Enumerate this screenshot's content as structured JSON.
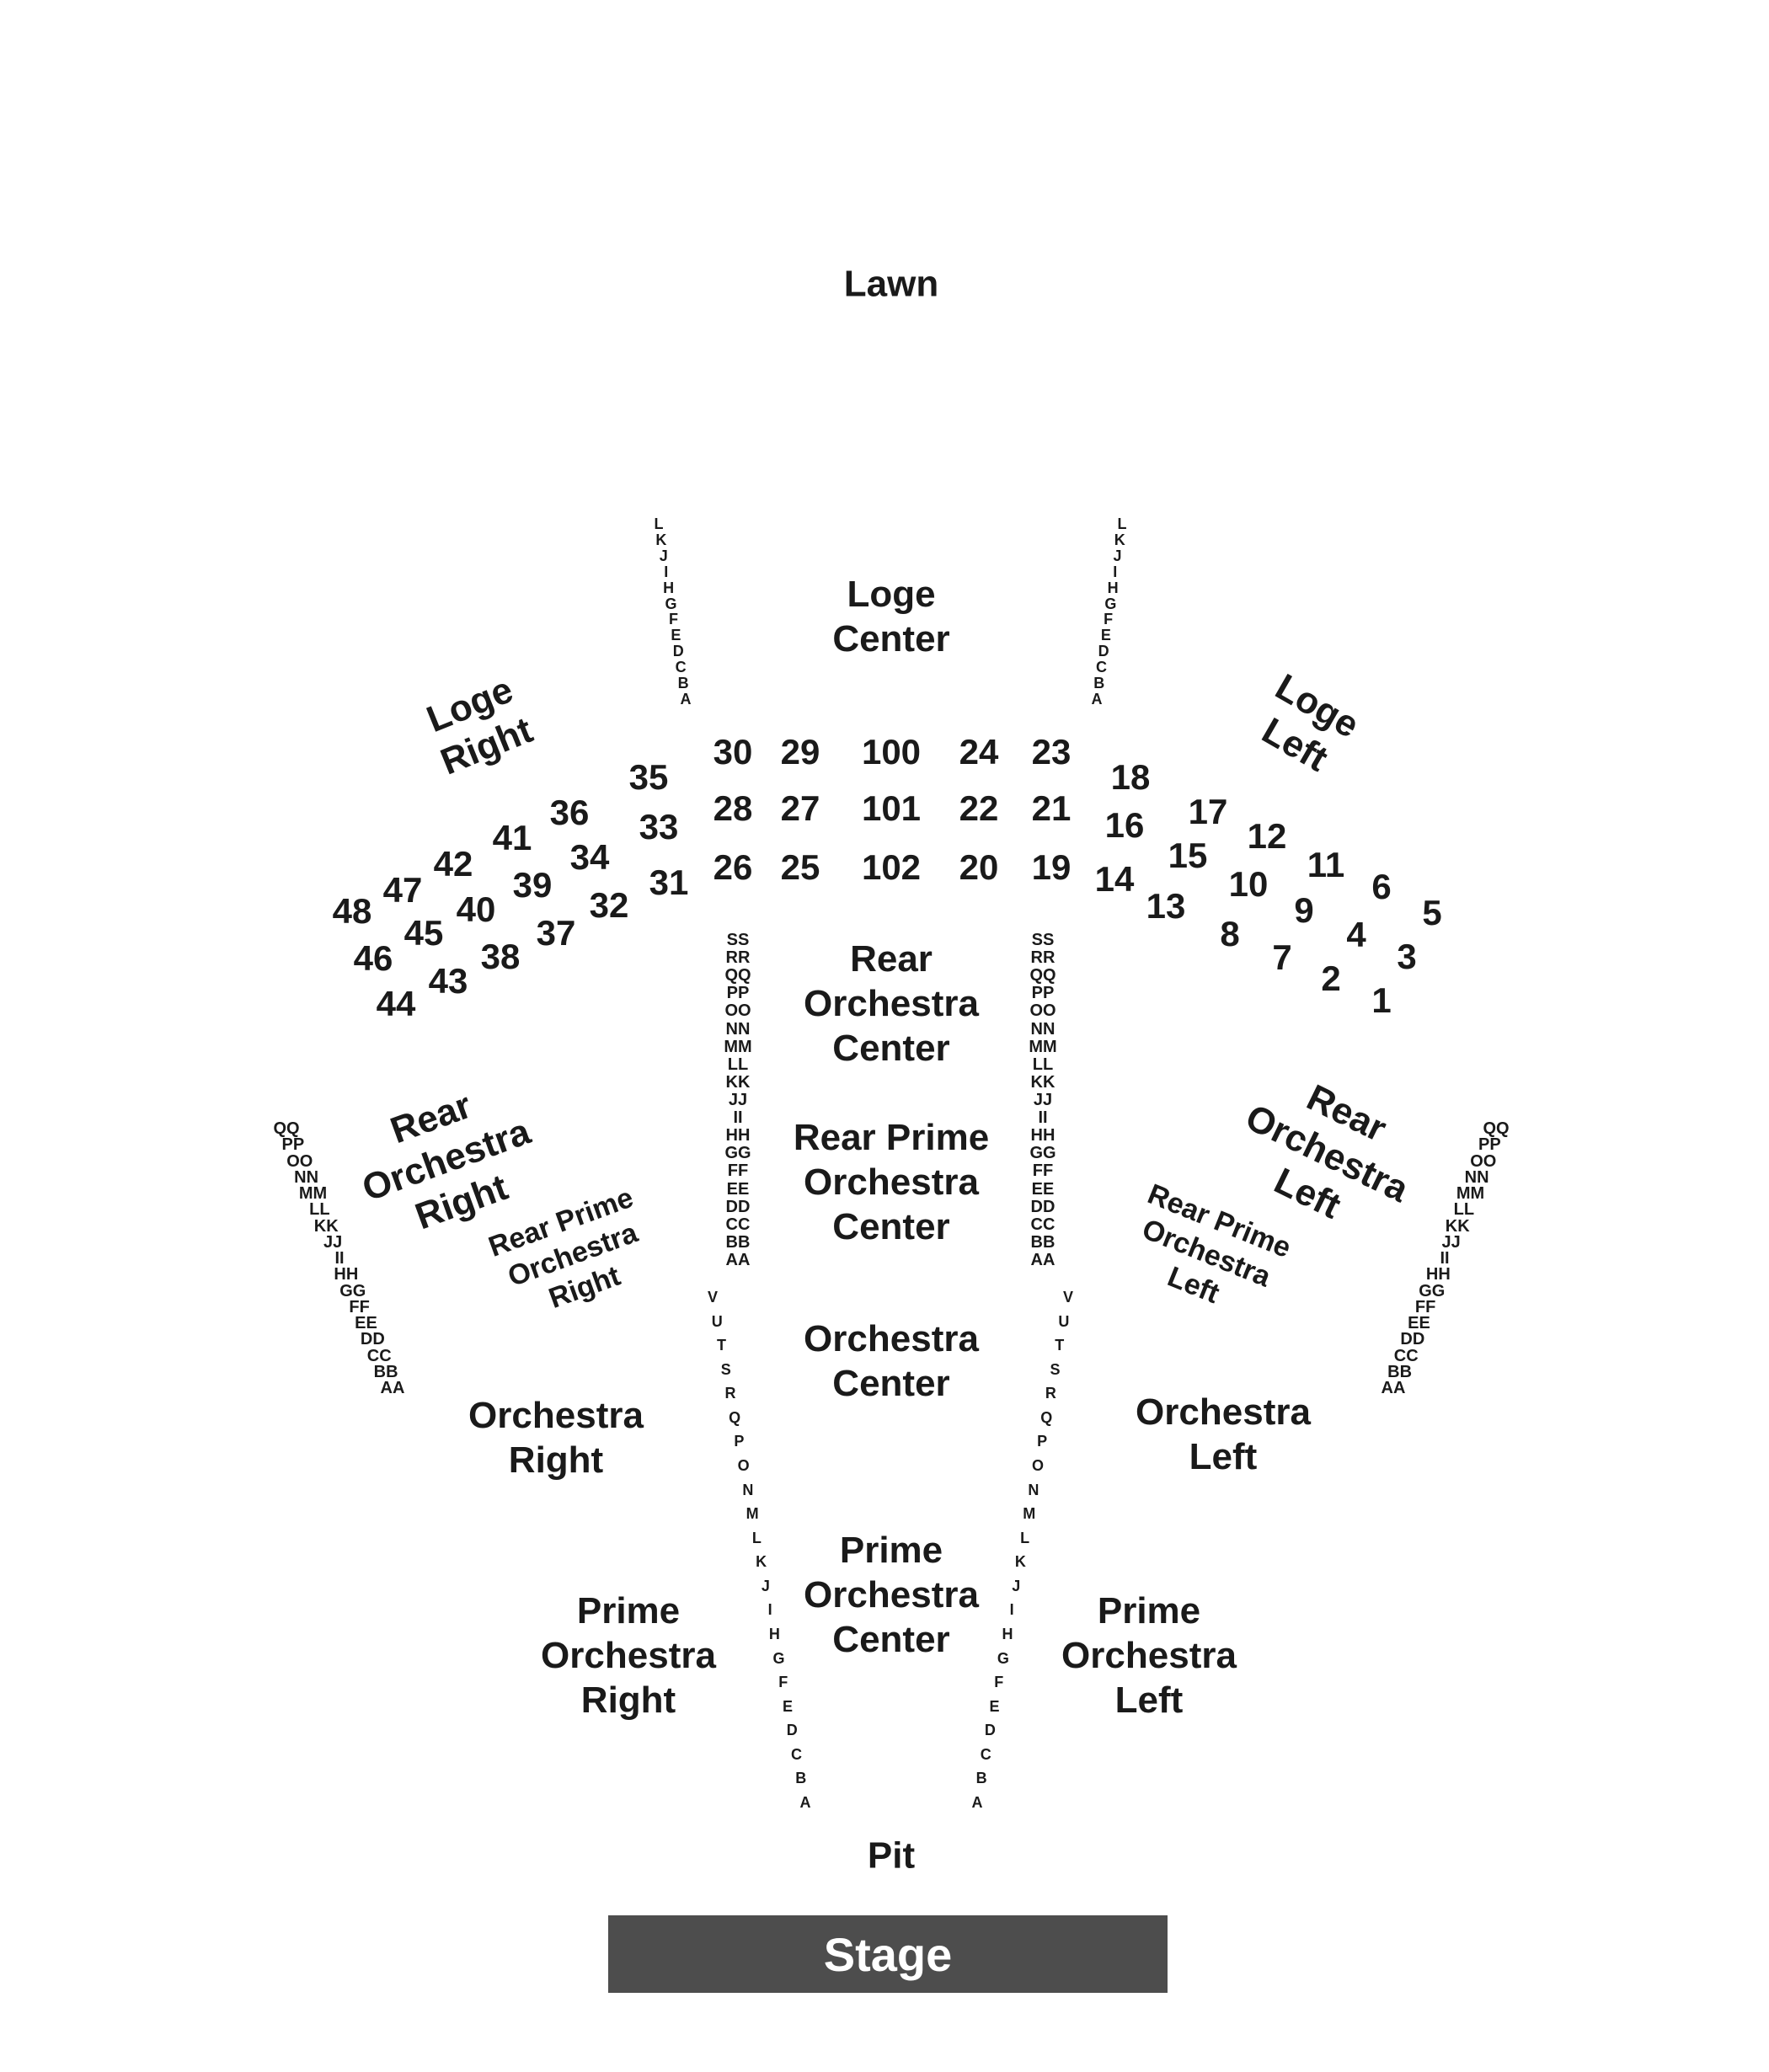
{
  "sections": {
    "lawn": "Lawn",
    "loge_center": [
      "Loge",
      "Center"
    ],
    "loge_right": [
      "Loge",
      "Right"
    ],
    "loge_left": [
      "Loge",
      "Left"
    ],
    "rear_orchestra_center": [
      "Rear",
      "Orchestra",
      "Center"
    ],
    "rear_prime_orchestra_center": [
      "Rear Prime",
      "Orchestra",
      "Center"
    ],
    "rear_orchestra_right": [
      "Rear",
      "Orchestra",
      "Right"
    ],
    "rear_orchestra_left": [
      "Rear",
      "Orchestra",
      "Left"
    ],
    "rear_prime_orchestra_right": [
      "Rear Prime",
      "Orchestra",
      "Right"
    ],
    "rear_prime_orchestra_left": [
      "Rear Prime",
      "Orchestra",
      "Left"
    ],
    "orchestra_center": [
      "Orchestra",
      "Center"
    ],
    "orchestra_right": [
      "Orchestra",
      "Right"
    ],
    "orchestra_left": [
      "Orchestra",
      "Left"
    ],
    "prime_orchestra_center": [
      "Prime",
      "Orchestra",
      "Center"
    ],
    "prime_orchestra_right": [
      "Prime",
      "Orchestra",
      "Right"
    ],
    "prime_orchestra_left": [
      "Prime",
      "Orchestra",
      "Left"
    ],
    "pit": "Pit",
    "stage": "Stage"
  },
  "loge_boxes": [
    "1",
    "2",
    "3",
    "4",
    "5",
    "6",
    "7",
    "8",
    "9",
    "10",
    "11",
    "12",
    "13",
    "14",
    "15",
    "16",
    "17",
    "18",
    "19",
    "20",
    "21",
    "22",
    "23",
    "24",
    "25",
    "26",
    "27",
    "28",
    "29",
    "30",
    "31",
    "32",
    "33",
    "34",
    "35",
    "36",
    "37",
    "38",
    "39",
    "40",
    "41",
    "42",
    "43",
    "44",
    "45",
    "46",
    "47",
    "48",
    "100",
    "101",
    "102"
  ],
  "row_letters": {
    "loge": [
      "L",
      "K",
      "J",
      "I",
      "H",
      "G",
      "F",
      "E",
      "D",
      "C",
      "B",
      "A"
    ],
    "rear_orchestra": [
      "SS",
      "RR",
      "QQ",
      "PP",
      "OO",
      "NN",
      "MM",
      "LL",
      "KK",
      "JJ",
      "II",
      "HH",
      "GG",
      "FF",
      "EE",
      "DD",
      "CC",
      "BB",
      "AA"
    ],
    "rear_orchestra_sides": [
      "QQ",
      "PP",
      "OO",
      "NN",
      "MM",
      "LL",
      "KK",
      "JJ",
      "II",
      "HH",
      "GG",
      "FF",
      "EE",
      "DD",
      "CC",
      "BB",
      "AA"
    ],
    "orchestra": [
      "V",
      "U",
      "T",
      "S",
      "R",
      "Q",
      "P",
      "O",
      "N",
      "M",
      "L",
      "K",
      "J",
      "I",
      "H",
      "G",
      "F",
      "E",
      "D",
      "C",
      "B",
      "A"
    ]
  },
  "colors": {
    "text": "#1a1a1a",
    "stage_fill": "#4d4d4d",
    "stage_text": "#ffffff",
    "background": "#ffffff"
  }
}
